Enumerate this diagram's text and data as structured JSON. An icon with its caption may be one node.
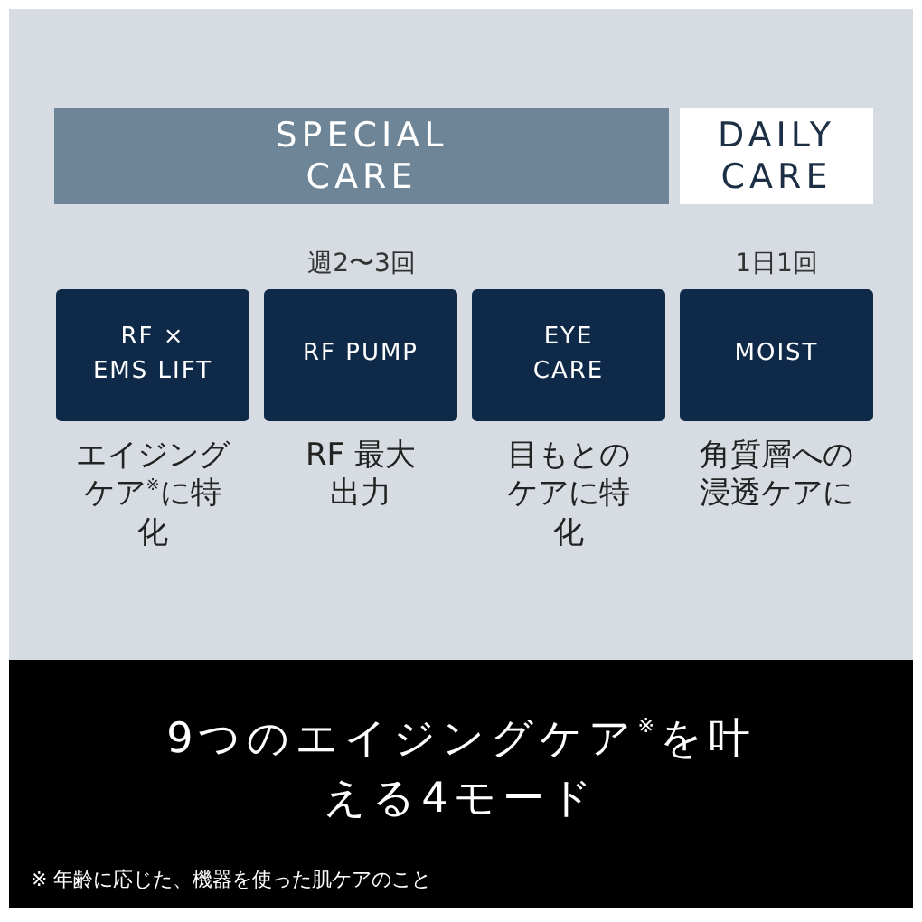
{
  "diagram": {
    "nodes": [
      {
        "text": [
          "SPECIAL CARE"
        ]
      },
      {
        "text": [
          "DAILY CARE"
        ]
      },
      {
        "text": [
          "RF × EMS LIFT"
        ],
        "beside": [
          "エイジングケア$^{※}$に特化"
        ]
      },
      {
        "text": [
          "RF PUMP"
        ],
        "beside": [
          "RF 最大出力"
        ]
      },
      {
        "text": [
          "EYE CARE"
        ],
        "beside": [
          "目もとのケアに特化"
        ]
      },
      {
        "text": [
          "MOIST"
        ],
        "beside": [
          "角質層への浸透ケアに"
        ]
      },
      {
        "text": [
          "9つのエイジングケア$^{※}$を叶える4モード",
          "※ 年齢に応じた、機器を使った肌ケアのこと"
        ]
      }
    ],
    "labels": [
      "週2〜3回",
      "1日1回"
    ]
  }
}
